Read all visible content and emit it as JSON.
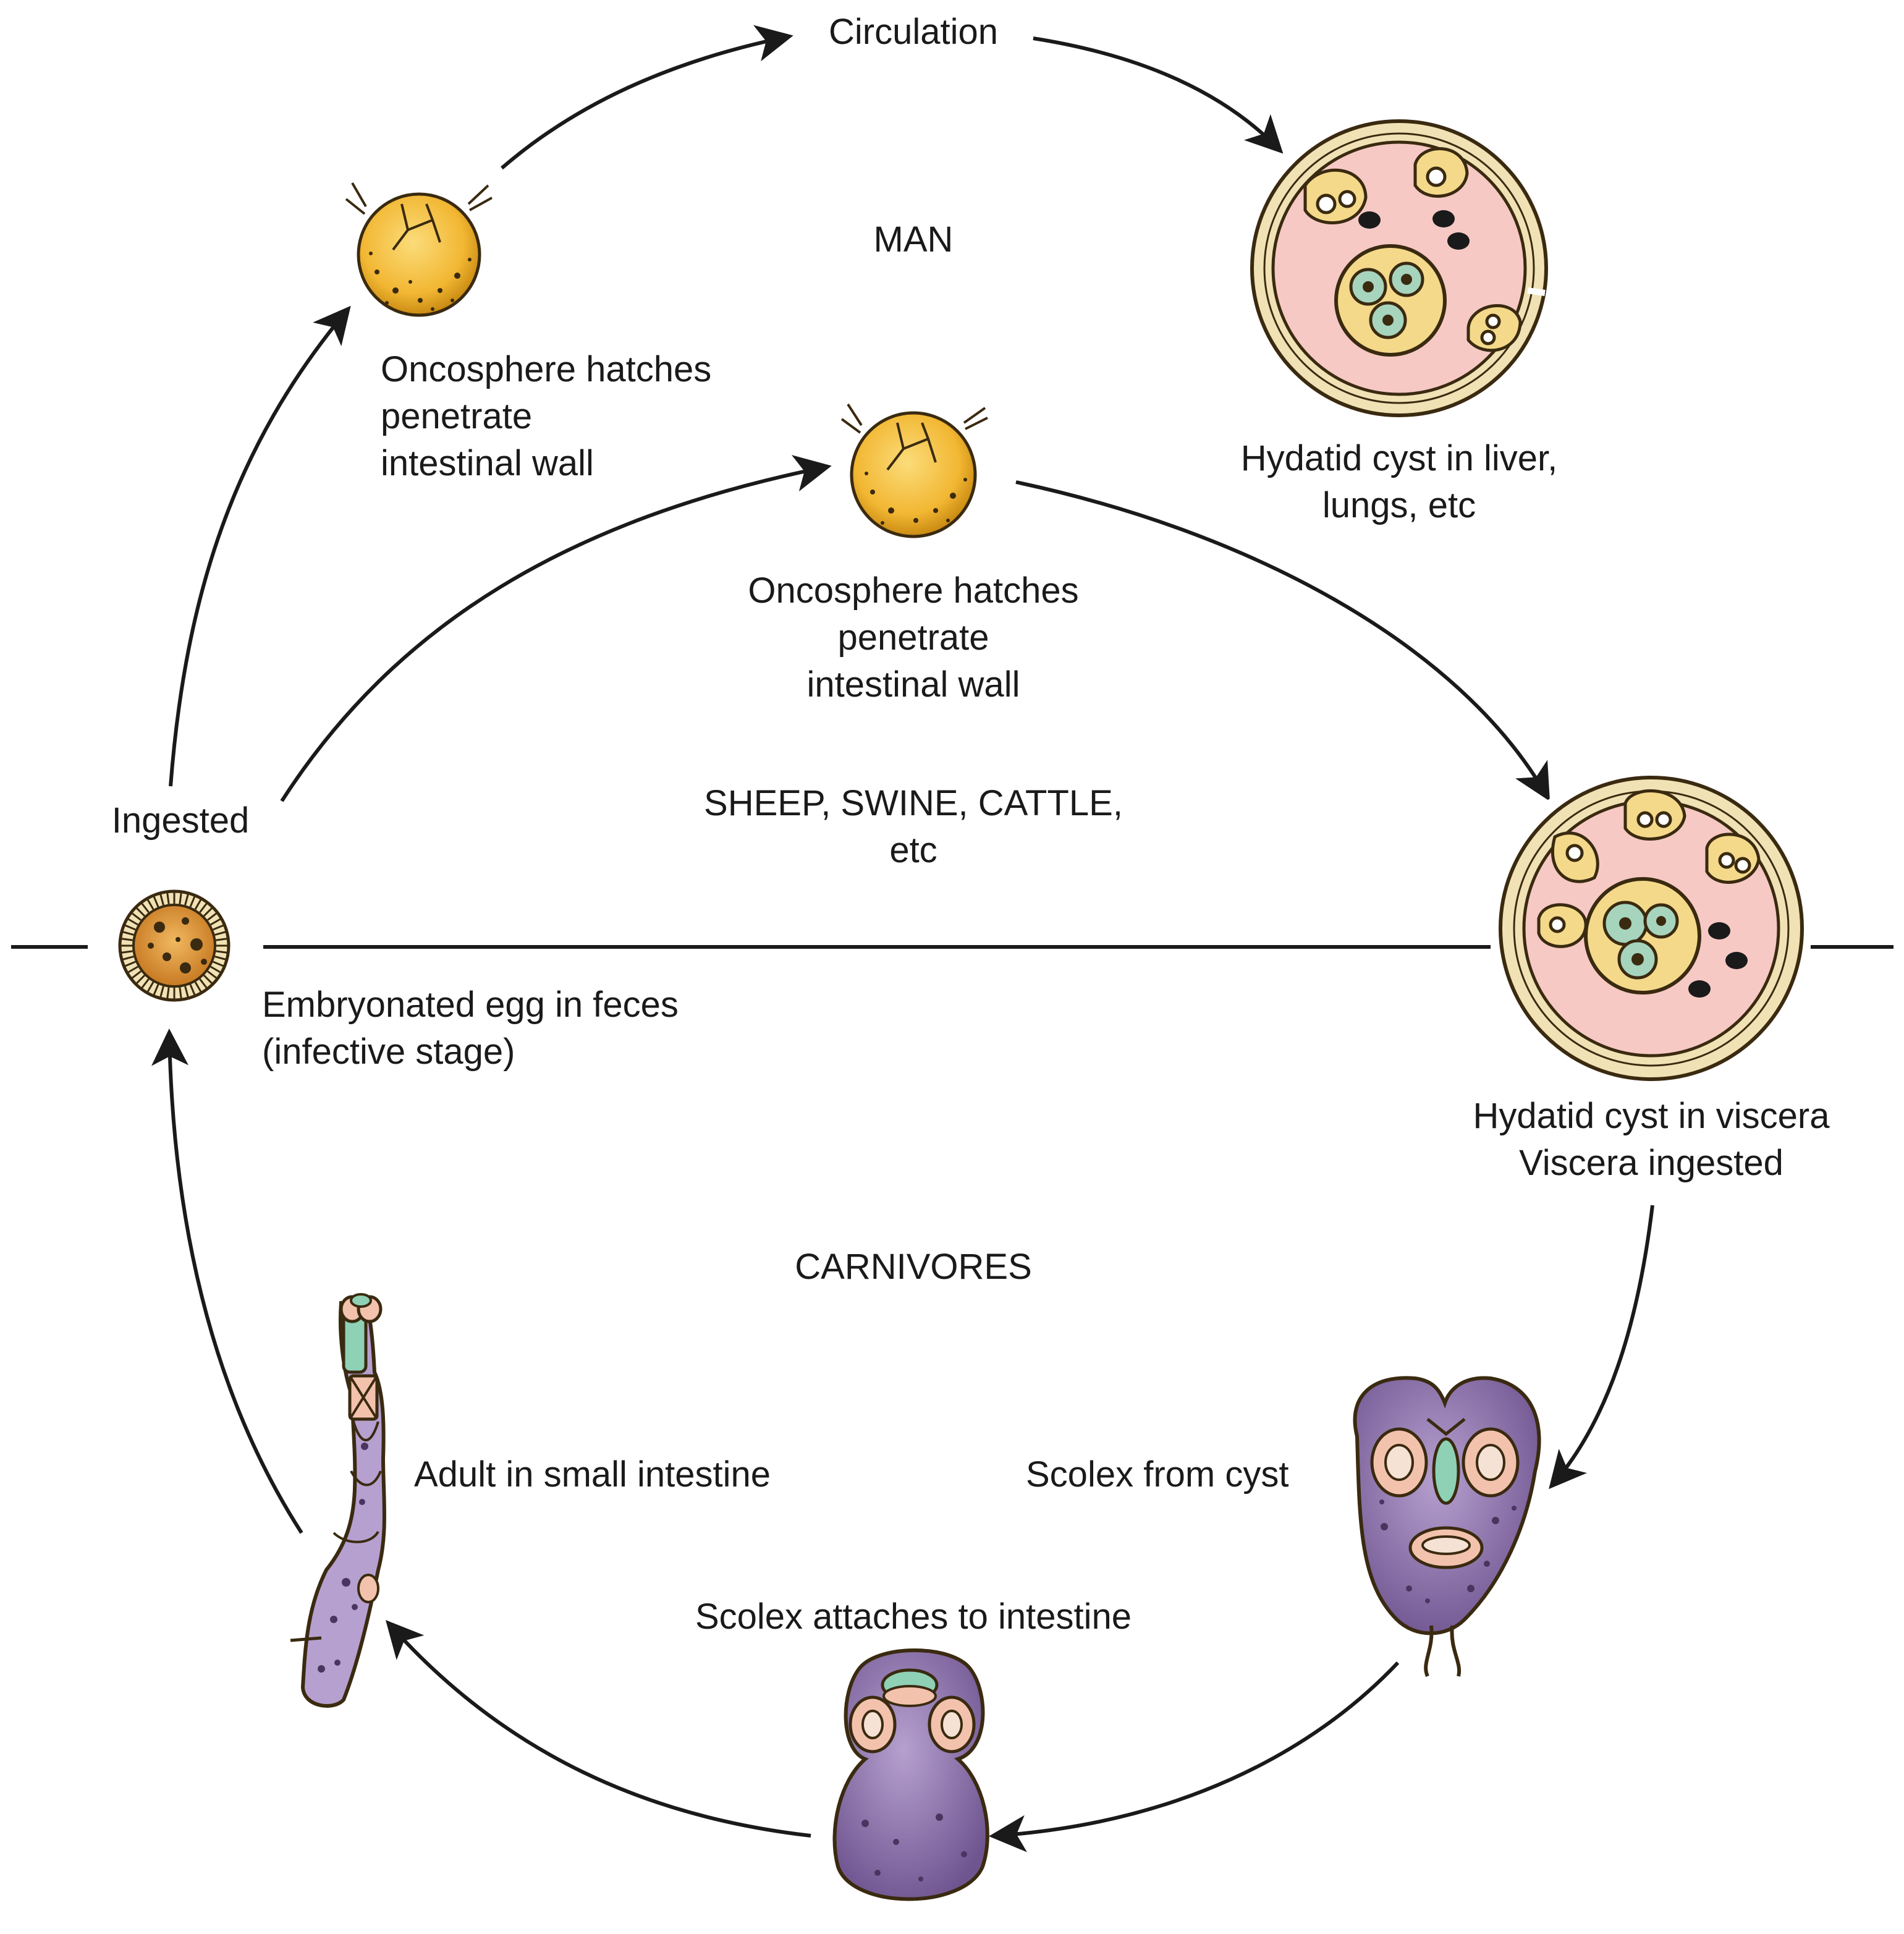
{
  "groups": {
    "man": "MAN",
    "sheep": [
      "SHEEP, SWINE, CATTLE,",
      "etc"
    ],
    "carnivores": "CARNIVORES"
  },
  "stages": {
    "circulation": "Circulation",
    "oncosphere_man": [
      "Oncosphere hatches",
      "penetrate",
      "intestinal wall"
    ],
    "oncosphere_sheep": [
      "Oncosphere hatches",
      "penetrate",
      "intestinal wall"
    ],
    "cyst_liver": [
      "Hydatid cyst in liver,",
      "lungs, etc"
    ],
    "ingested": "Ingested",
    "egg": [
      "Embryonated egg in feces",
      "(infective stage)"
    ],
    "cyst_viscera": [
      "Hydatid cyst in viscera",
      "Viscera ingested"
    ],
    "scolex_cyst": "Scolex from cyst",
    "scolex_attaches": "Scolex attaches to intestine",
    "adult": "Adult in small intestine"
  },
  "colors": {
    "oncosphere": "#f2b733",
    "oncosphere_dark": "#c98a12",
    "egg": "#d98f32",
    "cyst_fill": "#f6c9c4",
    "cyst_wall": "#f1e2b5",
    "daughter_cyst": "#f4d98a",
    "protoscolex": "#a7d4bd",
    "scolex": "#8b70a8",
    "scolex_light": "#b6a0cf",
    "sucker": "#f3c2ad",
    "rostellum": "#8ed1b5",
    "line": "#1a1a1a"
  }
}
